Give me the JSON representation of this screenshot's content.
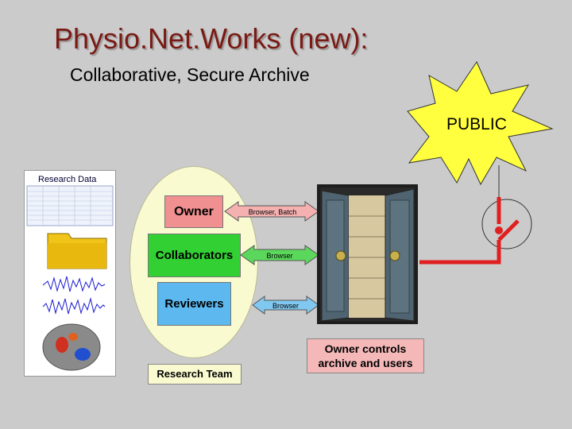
{
  "title": "Physio.Net.Works (new):",
  "subtitle": "Collaborative, Secure Archive",
  "public_label": "PUBLIC",
  "research_data_title": "Research Data",
  "roles": {
    "owner": "Owner",
    "collaborators": "Collaborators",
    "reviewers": "Reviewers"
  },
  "access": {
    "owner": "Browser, Batch",
    "collaborators": "Browser",
    "reviewers": "Browser"
  },
  "controls_text": [
    "Owner controls",
    "archive and users"
  ],
  "team_label": "Research Team",
  "colors": {
    "title": "#7a1a14",
    "owner": "#f09090",
    "collaborators": "#33d033",
    "reviewers": "#5cb8ee",
    "switch": "#e02020",
    "burst": "#ffff40"
  }
}
